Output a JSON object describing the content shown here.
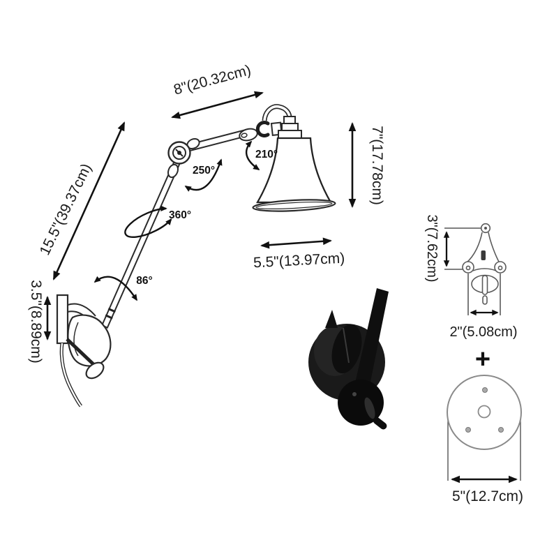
{
  "diagram": {
    "labels": {
      "upper_arm_length": "8\"(20.32cm)",
      "lower_arm_length": "15.5\"(39.37cm)",
      "backplate_height": "3.5\"(8.89cm)",
      "shade_height": "7\"(17.78cm)",
      "shade_width": "5.5\"(13.97cm)",
      "bracket_height": "3\"(7.62cm)",
      "bracket_width": "2\"(5.08cm)",
      "canopy_diameter": "5\"(12.7cm)"
    },
    "angles": {
      "elbow_swivel": "250°",
      "head_tilt": "210°",
      "arm_rotation": "360°",
      "base_swivel": "86°"
    },
    "icons": {
      "plus": "+"
    },
    "colors": {
      "background": "#ffffff",
      "ink": "#1a1a1a",
      "line_art": "#2a2a2a",
      "hardware_line": "#5a5a5a",
      "canopy_line": "#8a8a8a",
      "photo_black": "#141414"
    }
  }
}
